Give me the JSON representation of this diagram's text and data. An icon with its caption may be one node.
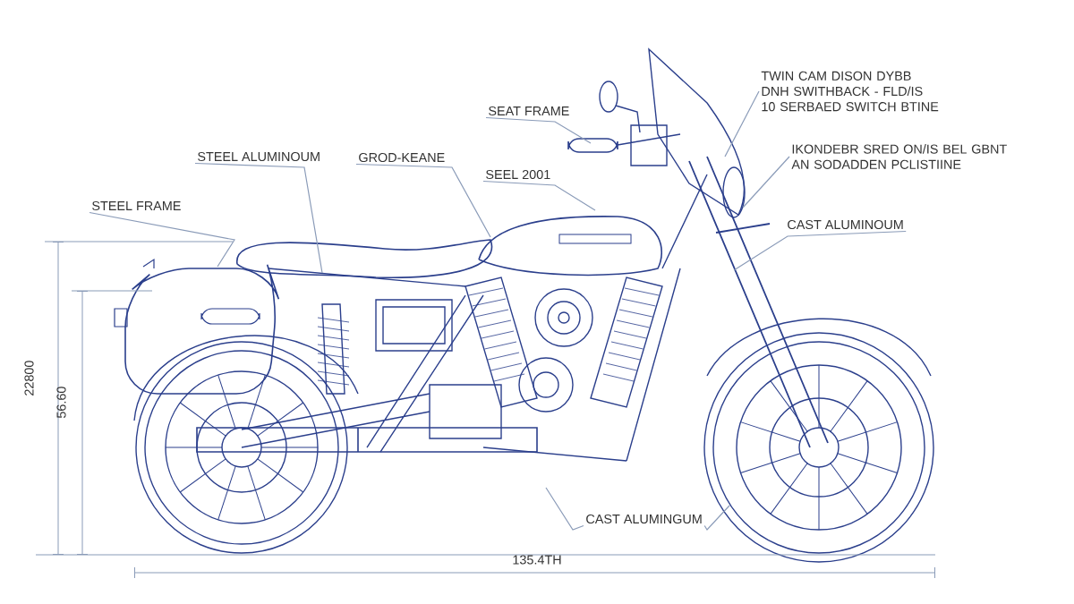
{
  "diagram": {
    "nodes": [
      {
        "text": [
          "STEEL FRAME"
        ]
      },
      {
        "text": [
          "STEEL ALUMINOUM"
        ]
      },
      {
        "text": [
          "GROD-KEANE"
        ]
      },
      {
        "text": [
          "SEEL 2001"
        ]
      },
      {
        "text": [
          "SEAT FRAME"
        ]
      },
      {
        "text": [
          "TWIN CAM DISON DYBB DNH SWITHBACK - FLD/IS 10 SERBAED SWITCH BTINE"
        ]
      },
      {
        "text": [
          "IKONDEBR SRED ON/IS BEL GBNT AN SODADDEN PCLISTIINE"
        ]
      },
      {
        "text": [
          "CAST ALUMINOUM"
        ]
      },
      {
        "text": [
          "CAST ALUMINGUM"
        ]
      }
    ],
    "edges": [
      {
        "from": 0,
        "to": null,
        "arrow": "none"
      },
      {
        "from": 1,
        "to": null,
        "arrow": "none"
      },
      {
        "from": 2,
        "to": null,
        "arrow": "none"
      },
      {
        "from": 3,
        "to": null,
        "arrow": "none"
      },
      {
        "from": 4,
        "to": null,
        "arrow": "none"
      },
      {
        "from": 5,
        "to": null,
        "arrow": "none"
      },
      {
        "from": 6,
        "to": null,
        "arrow": "none"
      },
      {
        "from": 7,
        "to": null,
        "arrow": "none"
      },
      {
        "from": 8,
        "to": null,
        "arrow": "none"
      },
      {
        "from": 8,
        "to": null,
        "arrow": "none"
      }
    ],
    "labels": [
      "22800",
      "56.60",
      "135.4TH"
    ]
  }
}
